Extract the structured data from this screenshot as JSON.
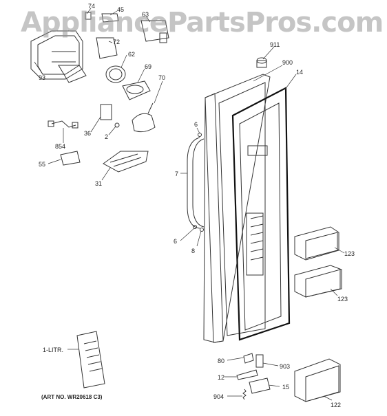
{
  "watermark": "AppliancePartsPros.com",
  "art_number": "(ART NO. WR20618 C3)",
  "litr_label": "1-LITR.",
  "callouts": {
    "c74": "74",
    "c45": "45",
    "c63": "63",
    "c72": "72",
    "c62": "62",
    "c93": "93",
    "c69": "69",
    "c70": "70",
    "c36": "36",
    "c2": "2",
    "c854": "854",
    "c55": "55",
    "c31": "31",
    "c911": "911",
    "c900": "900",
    "c14": "14",
    "c6a": "6",
    "c7": "7",
    "c6b": "6",
    "c8": "8",
    "c123a": "123",
    "c123b": "123",
    "c80": "80",
    "c903": "903",
    "c12": "12",
    "c15": "15",
    "c904": "904",
    "c122": "122"
  }
}
